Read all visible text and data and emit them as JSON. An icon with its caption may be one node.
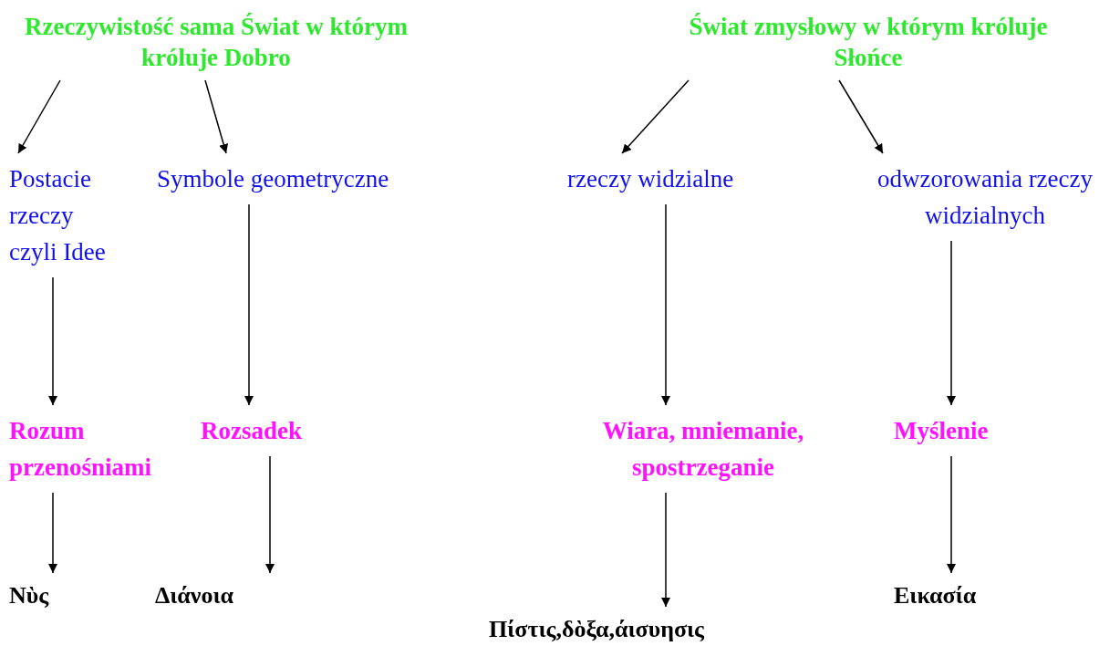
{
  "diagram": {
    "nodes": [
      {
        "text": [
          "Rzeczywistość sama Świat w którym króluje Dobro"
        ]
      },
      {
        "text": [
          "Świat zmysłowy w którym króluje Słońce"
        ]
      },
      {
        "text": [
          "Postacie rzeczy czyli Idee"
        ]
      },
      {
        "text": [
          "Symbole geometryczne"
        ]
      },
      {
        "text": [
          "rzeczy widzialne"
        ]
      },
      {
        "text": [
          "odwzorowania rzeczy widzialnych"
        ]
      },
      {
        "text": [
          "Rozum przenośniami"
        ]
      },
      {
        "text": [
          "Rozsadek"
        ]
      },
      {
        "text": [
          "Wiara, mniemanie, spostrzeganie"
        ]
      },
      {
        "text": [
          "Myślenie"
        ]
      },
      {
        "text": [
          "Νὺς"
        ]
      },
      {
        "text": [
          "Διάνοια"
        ]
      },
      {
        "text": [
          "Πίστις,δὸξα,άισυησις"
        ]
      },
      {
        "text": [
          "Εικασία"
        ]
      }
    ],
    "edges": [
      {
        "from": 0,
        "to": 2,
        "arrow": "to"
      },
      {
        "from": 0,
        "to": 3,
        "arrow": "to"
      },
      {
        "from": 1,
        "to": 4,
        "arrow": "to"
      },
      {
        "from": 1,
        "to": 5,
        "arrow": "to"
      },
      {
        "from": 2,
        "to": 6,
        "arrow": "to"
      },
      {
        "from": 3,
        "to": 7,
        "arrow": "to"
      },
      {
        "from": 4,
        "to": 8,
        "arrow": "to"
      },
      {
        "from": 5,
        "to": 9,
        "arrow": "to"
      },
      {
        "from": 6,
        "to": 10,
        "arrow": "to"
      },
      {
        "from": 7,
        "to": 11,
        "arrow": "to"
      },
      {
        "from": 8,
        "to": 12,
        "arrow": "to"
      },
      {
        "from": 9,
        "to": 13,
        "arrow": "to"
      }
    ]
  }
}
